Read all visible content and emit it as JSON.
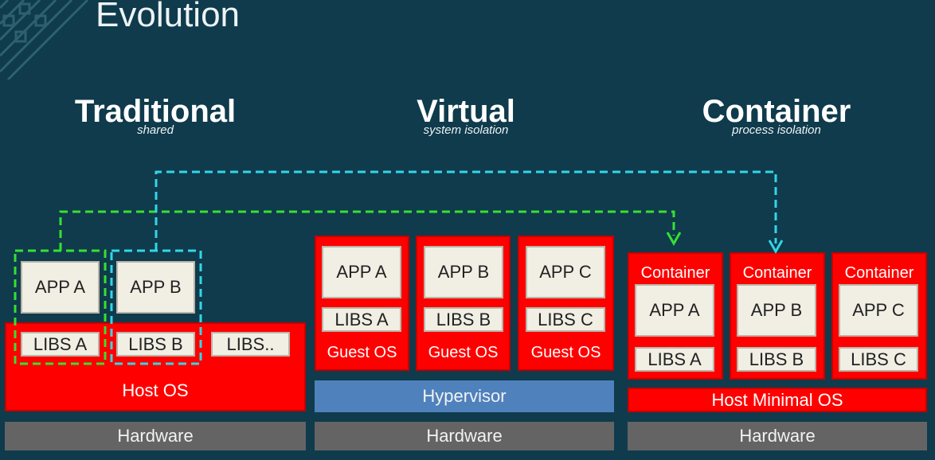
{
  "title": "Evolution",
  "columns": {
    "traditional": {
      "title": "Traditional",
      "subtitle": "shared"
    },
    "virtual": {
      "title": "Virtual",
      "subtitle": "system isolation"
    },
    "container": {
      "title": "Container",
      "subtitle": "process isolation"
    }
  },
  "traditional": {
    "apps": [
      "APP A",
      "APP B"
    ],
    "libs": [
      "LIBS A",
      "LIBS B",
      "LIBS.."
    ],
    "host_os": "Host OS",
    "hardware": "Hardware"
  },
  "virtual": {
    "vms": [
      {
        "app": "APP A",
        "libs": "LIBS A",
        "guest_os": "Guest OS"
      },
      {
        "app": "APP B",
        "libs": "LIBS B",
        "guest_os": "Guest OS"
      },
      {
        "app": "APP C",
        "libs": "LIBS C",
        "guest_os": "Guest OS"
      }
    ],
    "hypervisor": "Hypervisor",
    "hardware": "Hardware"
  },
  "container": {
    "containers": [
      {
        "label": "Container",
        "app": "APP A",
        "libs": "LIBS A"
      },
      {
        "label": "Container",
        "app": "APP B",
        "libs": "LIBS B"
      },
      {
        "label": "Container",
        "app": "APP C",
        "libs": "LIBS C"
      }
    ],
    "host_os": "Host Minimal OS",
    "hardware": "Hardware"
  },
  "colors": {
    "background": "#0f3b4c",
    "os_red": "#ff0000",
    "hardware_gray": "#646464",
    "hypervisor_blue": "#4f81bd",
    "app_box": "#f1eee4",
    "green_connector": "#37e030",
    "cyan_connector": "#33d6e6"
  }
}
